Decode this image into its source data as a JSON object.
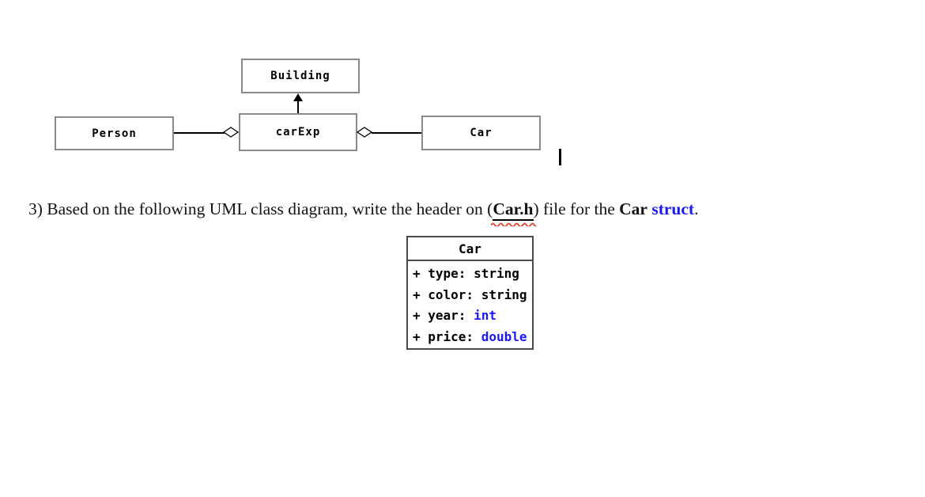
{
  "colors": {
    "type_blue": "#1a1af0",
    "squiggle_red": "#e0402f",
    "box_border_gray": "#8a8a8a",
    "class_box_border": "#4a4a4a"
  },
  "uml_diagram": {
    "building_label": "Building",
    "person_label": "Person",
    "carexp_label": "carExp",
    "car_label": "Car",
    "left_diamond": "aggregation-diamond",
    "right_diamond": "aggregation-diamond",
    "arrow": "directed-association-arrow-up"
  },
  "question": {
    "prefix": "3) Based on the following UML class diagram, write the header on (",
    "filename": "Car.h",
    "after_filename": ") file for the",
    "car_word": "Car",
    "struct_word": "struct",
    "period": "."
  },
  "car_class": {
    "title": "Car",
    "attributes": [
      {
        "label": "+ type: ",
        "type": "string"
      },
      {
        "label": "+ color: ",
        "type": "string"
      },
      {
        "label": "+ year: ",
        "type": "int"
      },
      {
        "label": "+ price: ",
        "type": "double"
      }
    ]
  }
}
